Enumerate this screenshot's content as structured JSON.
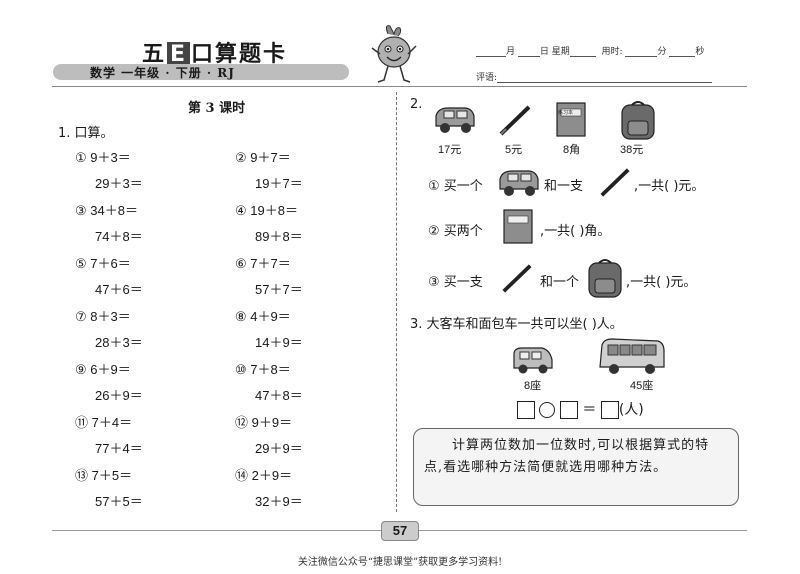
{
  "header": {
    "brand_prefix": "五",
    "brand_e": "E",
    "brand_suffix": "口算题卡",
    "subject_line": "数学  一年级 · 下册 · RJ",
    "date_month": "月",
    "date_day": "日",
    "date_week": "星期",
    "time_used": "用时:",
    "time_min": "分",
    "time_sec": "秒",
    "comment": "评语:"
  },
  "left": {
    "lesson_title": "第 3 课时",
    "section1": "1. 口算。",
    "problems": [
      [
        "① 9＋3＝",
        "29＋3＝",
        "② 9＋7＝",
        "19＋7＝"
      ],
      [
        "③ 34＋8＝",
        "74＋8＝",
        "④ 19＋8＝",
        "89＋8＝"
      ],
      [
        "⑤ 7＋6＝",
        "47＋6＝",
        "⑥ 7＋7＝",
        "57＋7＝"
      ],
      [
        "⑦ 8＋3＝",
        "28＋3＝",
        "⑧ 4＋9＝",
        "14＋9＝"
      ],
      [
        "⑨ 6＋9＝",
        "26＋9＝",
        "⑩ 7＋8＝",
        "47＋8＝"
      ],
      [
        "⑪ 7＋4＝",
        "77＋4＝",
        "⑫ 9＋9＝",
        "29＋9＝"
      ],
      [
        "⑬ 7＋5＝",
        "57＋5＝",
        "⑭ 2＋9＝",
        "32＋9＝"
      ]
    ]
  },
  "right": {
    "section2": "2.",
    "prices": [
      "17元",
      "5元",
      "8角",
      "38元"
    ],
    "notebook_label": "练习本",
    "q1_a": "① 买一个",
    "q1_b": "和一支",
    "q1_c": ",一共(       )元。",
    "q2_a": "② 买两个",
    "q2_b": ",一共(       )角。",
    "q3_a": "③ 买一支",
    "q3_b": "和一个",
    "q3_c": ",一共(       )元。",
    "section3": "3. 大客车和面包车一共可以坐(       )人。",
    "van_label": "8座",
    "bus_label": "45座",
    "eq_equals": "＝",
    "eq_unit": "(人)",
    "tip": "计算两位数加一位数时,可以根据算式的特点,看选哪种方法简便就选用哪种方法。"
  },
  "footer": {
    "page_number": "57",
    "note": "关注微信公众号“捷思课堂”获取更多学习资料!"
  }
}
